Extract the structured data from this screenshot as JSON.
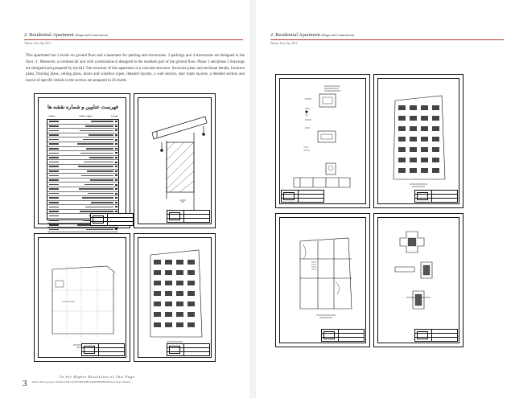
{
  "left_page": {
    "header": {
      "title": "2. Residential Apartment",
      "title_note": "(Dsign and Construction)",
      "subtitle": "Tehran, Iran | Apr 2012"
    },
    "body": "This apartment has 2 levels on ground floor and a basement for parking and storerooms. 3 parkings and 4 storerooms are designed in the floor -1. Moreover, a commercial unit with a mezzanine is designed in the southern part of the ground floor. Phase 1 and phase 2 drawings are designed and prepared by myself. The structure of this apartment is a concrete structure. Structure plans and sectional details, furniture plans, flooring plans, ceiling plans, doors and windows types, detailed layouts, a wall section, stair types layouts, a detailed section and layout of specific details in the section are prepared in 36 sheets.",
    "drawing_list": {
      "title": "فهرست عناوین و شماره نقشه ها",
      "col_no": "شماره",
      "col_title": "عنوان نقشه",
      "col_sheet": "صفحه"
    },
    "page_number": "3",
    "footer_note": "To See Higher Resolution of This Page",
    "footer_url": "https://drive.google.com/file/d/0B-zyqSdT5jBuclBWQlN0eFBORmM/view?usp=sharing"
  },
  "right_page": {
    "header": {
      "title": "2. Residential Apartment",
      "title_note": "(Dsign and Construction)",
      "subtitle": "Tehran, Iran | Apr 2012"
    }
  },
  "colors": {
    "accent_rule": "#c0392b",
    "line": "#111111",
    "gutter": "#f2f2f2"
  }
}
